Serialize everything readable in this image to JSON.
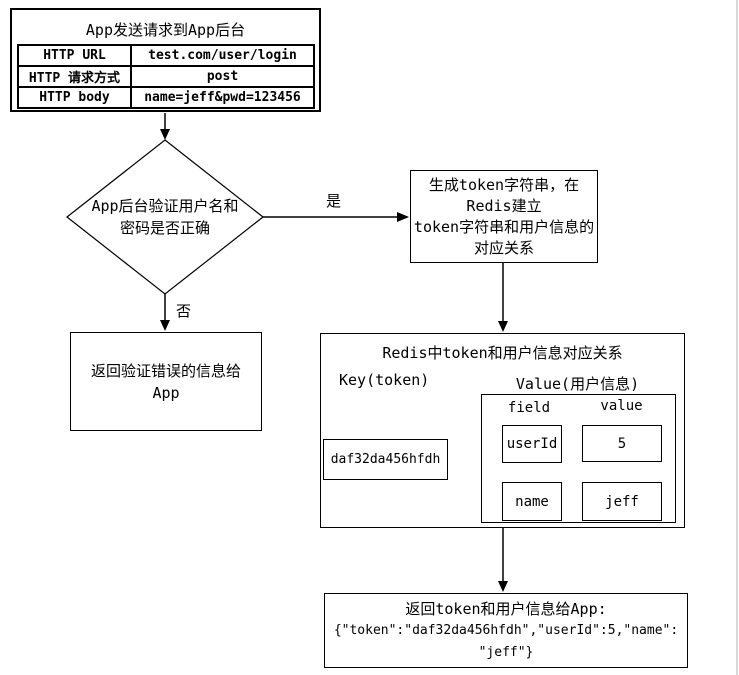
{
  "colors": {
    "line": "#000000",
    "background": "#ffffff",
    "edge_shadow": "#d9d9d9"
  },
  "request_box": {
    "title": "App发送请求到App后台",
    "rows": [
      {
        "label": "HTTP URL",
        "value": "test.com/user/login"
      },
      {
        "label": "HTTP 请求方式",
        "value": "post"
      },
      {
        "label": "HTTP body",
        "value": "name=jeff&pwd=123456"
      }
    ]
  },
  "decision": {
    "line1": "App后台验证用户名和",
    "line2": "密码是否正确",
    "yes_label": "是",
    "no_label": "否"
  },
  "token_box": {
    "line1": "生成token字符串，在",
    "line2": "Redis建立",
    "line3": "token字符串和用户信息的",
    "line4": "对应关系"
  },
  "error_box": {
    "line1": "返回验证错误的信息给",
    "line2": "App"
  },
  "redis_box": {
    "title": "Redis中token和用户信息对应关系",
    "key_label": "Key(token)",
    "value_label": "Value(用户信息)",
    "key_token": "daf32da456hfdh",
    "field_header": "field",
    "value_header": "value",
    "entries": [
      {
        "field": "userId",
        "value": "5"
      },
      {
        "field": "name",
        "value": "jeff"
      }
    ]
  },
  "response_box": {
    "line1": "返回token和用户信息给App:",
    "line2": "{\"token\":\"daf32da456hfdh\",\"userId\":5,\"name\":",
    "line3": "\"jeff\"}"
  }
}
